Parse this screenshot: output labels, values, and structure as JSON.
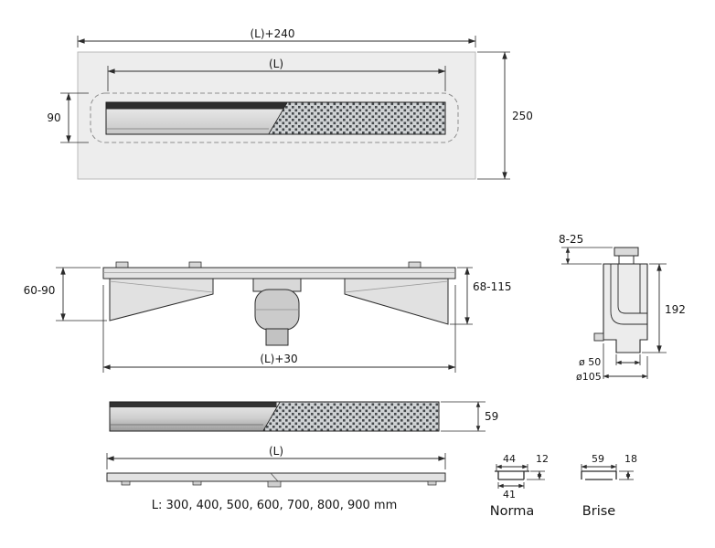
{
  "colors": {
    "line": "#2b2b2b",
    "tray_fill": "#ededed",
    "grate_dot": "#44484b",
    "steel_light": "#ececec",
    "steel_dark": "#9a9a9a"
  },
  "top_view": {
    "dim_total_width": "(L)+240",
    "dim_channel_length": "(L)",
    "dim_channel_width": "90",
    "dim_total_depth": "250"
  },
  "front_view": {
    "dim_left_height": "60-90",
    "dim_right_height": "68-115",
    "dim_total_length": "(L)+30"
  },
  "section_view": {
    "dim_top_offset": "8-25",
    "dim_height": "192",
    "dim_outlet": "ø 50",
    "dim_flange": "ø105"
  },
  "channel_view": {
    "dim_height": "59"
  },
  "profile_view": {
    "dim_length": "(L)"
  },
  "note": "L: 300, 400, 500, 600, 700, 800, 900 mm",
  "grates": {
    "norma": {
      "name": "Norma",
      "dim_width": "44",
      "dim_height": "12",
      "dim_inner": "41"
    },
    "brise": {
      "name": "Brise",
      "dim_width": "59",
      "dim_height": "18"
    }
  }
}
